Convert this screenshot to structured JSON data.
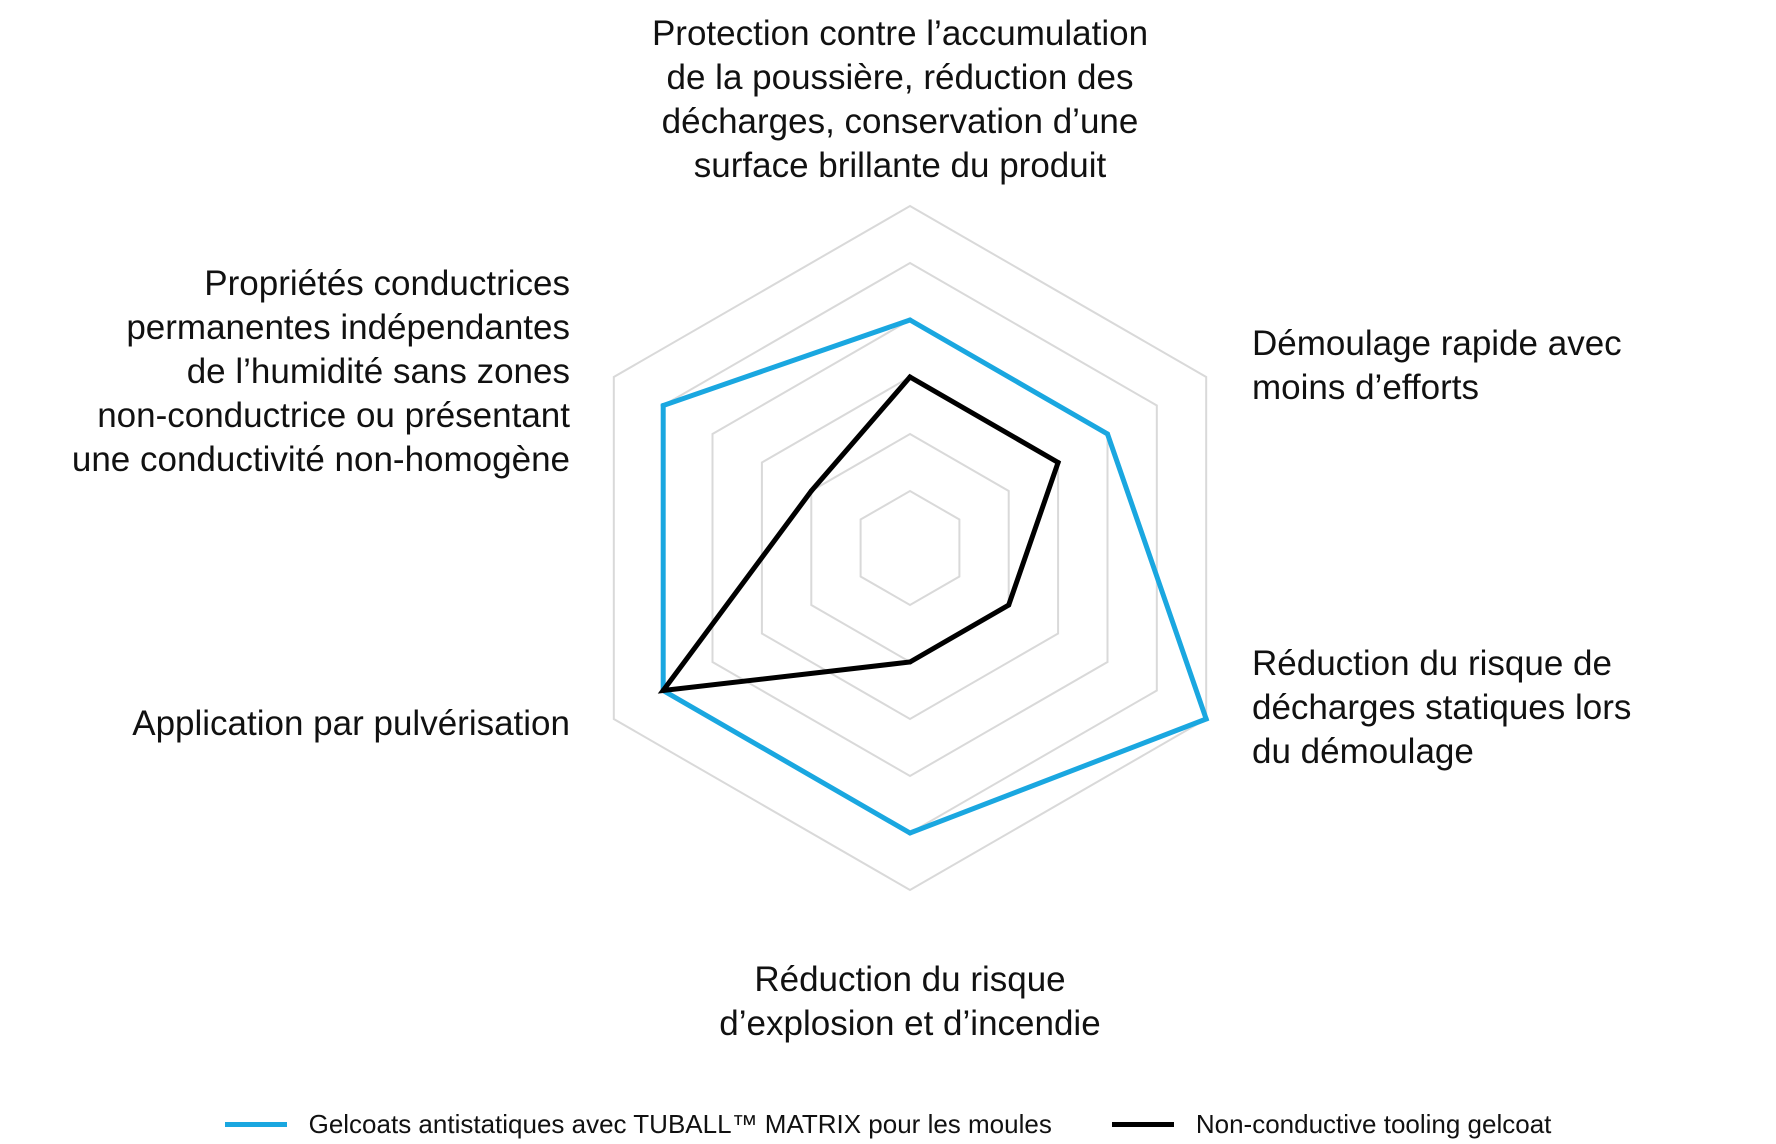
{
  "chart_data": {
    "type": "radar",
    "axes": [
      "Protection contre l’accumulation\nde la poussière, réduction des\ndécharges, conservation d’une\nsurface brillante du produit",
      "Démoulage rapide avec\nmoins d’efforts",
      "Réduction du risque de\ndécharges statiques lors\ndu démoulage",
      "Réduction du risque\nd’explosion et d’incendie",
      "Application par pulvérisation",
      "Propriétés conductrices\npermanentes indépendantes\nde l’humidité sans zones\nnon-conductrice ou présentant\nune conductivité non-homogène"
    ],
    "rlim": [
      0,
      6
    ],
    "rings": 6,
    "grid": true,
    "legend_position": "bottom",
    "series": [
      {
        "name": "Gelcoats antistatiques avec TUBALL™ MATRIX pour les moules",
        "color": "#1aa7e0",
        "values": [
          4,
          4,
          6,
          5,
          5,
          5
        ]
      },
      {
        "name": "Non-conductive tooling gelcoat",
        "color": "#000000",
        "values": [
          3,
          3,
          2,
          2,
          5,
          2
        ]
      }
    ]
  }
}
